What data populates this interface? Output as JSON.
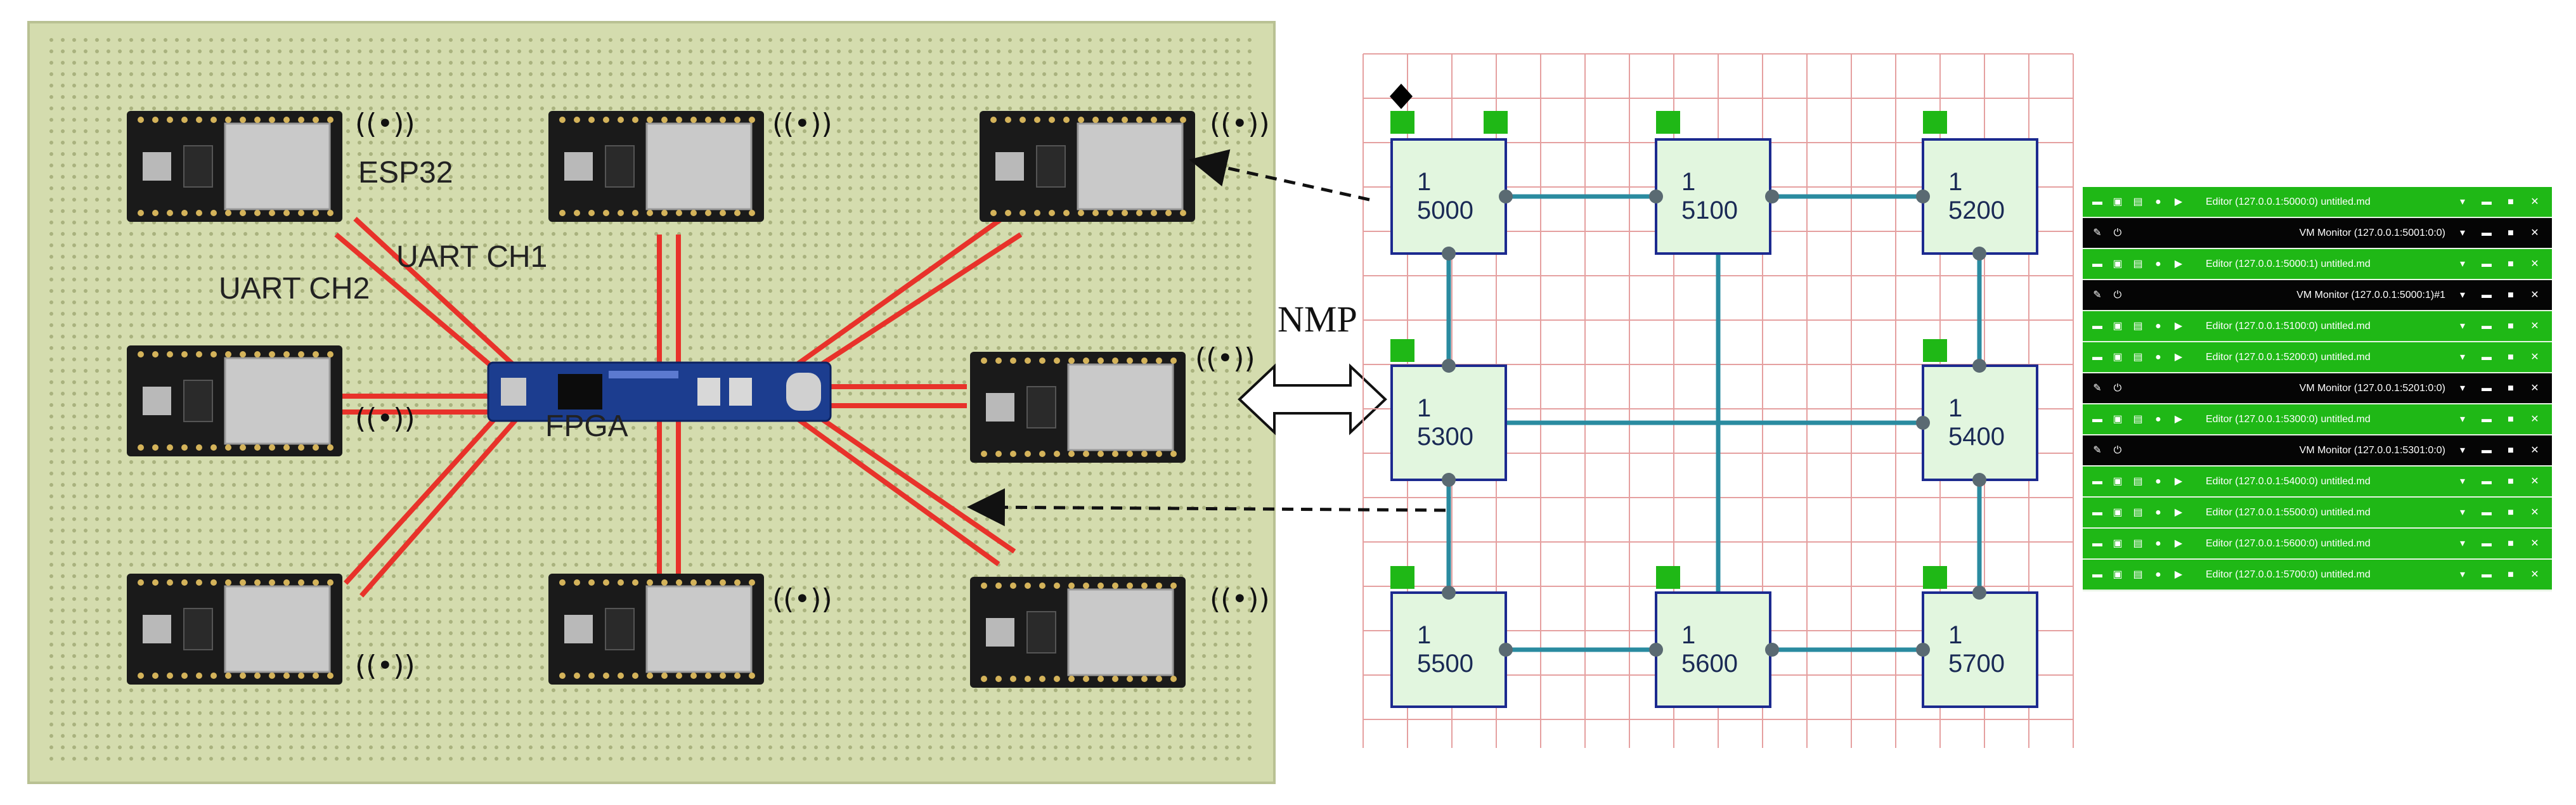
{
  "board": {
    "esp32_label": "ESP32",
    "uart1_label": "UART CH1",
    "uart2_label": "UART CH2",
    "fpga_label": "FPGA",
    "wifi_glyph": "((•))",
    "pcb_color": "#cdd6a6",
    "wire_color": "#e8322a",
    "esp_module_color": "#1a1a1a",
    "fpga_color": "#1c3d8f"
  },
  "link": {
    "nmp_label": "NMP"
  },
  "network": {
    "nodes": [
      {
        "line1": "1",
        "line2": "5000"
      },
      {
        "line1": "1",
        "line2": "5100"
      },
      {
        "line1": "1",
        "line2": "5200"
      },
      {
        "line1": "1",
        "line2": "5300"
      },
      {
        "line1": "1",
        "line2": "5400"
      },
      {
        "line1": "1",
        "line2": "5500"
      },
      {
        "line1": "1",
        "line2": "5600"
      },
      {
        "line1": "1",
        "line2": "5700"
      }
    ],
    "node_fill": "#e2f6df",
    "node_border": "#1c2a8f",
    "edge_color": "#2a8ba0",
    "grid_color": "#e5a0a0",
    "marker_color": "#1fb816"
  },
  "panel": {
    "rows": [
      {
        "kind": "editor",
        "title": "Editor (127.0.0.1:5000:0) untitled.md"
      },
      {
        "kind": "monitor",
        "title": "VM Monitor (127.0.0.1:5001:0:0)"
      },
      {
        "kind": "editor",
        "title": "Editor (127.0.0.1:5000:1) untitled.md"
      },
      {
        "kind": "monitor",
        "title": "VM Monitor (127.0.0.1:5000:1)#1"
      },
      {
        "kind": "editor",
        "title": "Editor (127.0.0.1:5100:0) untitled.md"
      },
      {
        "kind": "editor",
        "title": "Editor (127.0.0.1:5200:0) untitled.md"
      },
      {
        "kind": "monitor",
        "title": "VM Monitor (127.0.0.1:5201:0:0)"
      },
      {
        "kind": "editor",
        "title": "Editor (127.0.0.1:5300:0) untitled.md"
      },
      {
        "kind": "monitor",
        "title": "VM Monitor (127.0.0.1:5301:0:0)"
      },
      {
        "kind": "editor",
        "title": "Editor (127.0.0.1:5400:0) untitled.md"
      },
      {
        "kind": "editor",
        "title": "Editor (127.0.0.1:5500:0) untitled.md"
      },
      {
        "kind": "editor",
        "title": "Editor (127.0.0.1:5600:0) untitled.md"
      },
      {
        "kind": "editor",
        "title": "Editor (127.0.0.1:5700:0) untitled.md"
      }
    ],
    "editor_color": "#1fb816",
    "monitor_color": "#050505"
  }
}
